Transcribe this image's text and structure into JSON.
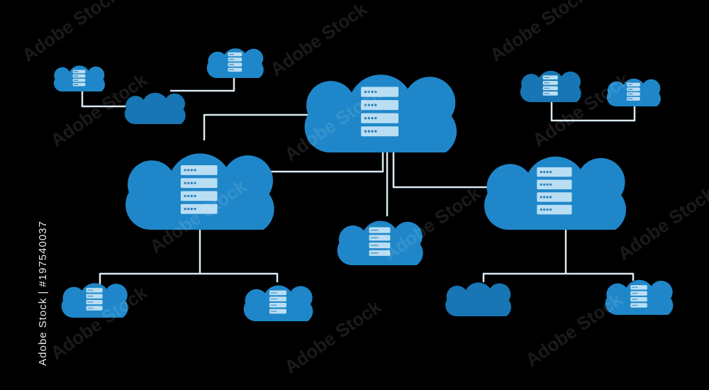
{
  "colors": {
    "background": "#000000",
    "cloud": "#1f87c9",
    "cloud_dark": "#1776b3",
    "server": "#b9def3",
    "server_dot": "#2c7fb8",
    "connector": "#dbeaf3"
  },
  "watermark": {
    "text": "Adobe Stock"
  },
  "stock_id": "Adobe Stock | #197540037",
  "diagram": {
    "nodes": [
      {
        "id": "central",
        "icon": "server-rack-icon"
      },
      {
        "id": "left-main",
        "icon": "server-rack-icon"
      },
      {
        "id": "right-main",
        "icon": "server-rack-icon"
      },
      {
        "id": "middle-small",
        "icon": "server-rack-icon"
      },
      {
        "id": "top-left-a",
        "icon": "server-rack-icon"
      },
      {
        "id": "top-left-b",
        "icon": "server-rack-icon"
      },
      {
        "id": "top-left-c",
        "icon": "none"
      },
      {
        "id": "top-right-a",
        "icon": "server-rack-icon"
      },
      {
        "id": "top-right-b",
        "icon": "server-rack-icon"
      },
      {
        "id": "bottom-left-a",
        "icon": "server-rack-icon"
      },
      {
        "id": "bottom-left-b",
        "icon": "server-rack-icon"
      },
      {
        "id": "bottom-right-a",
        "icon": "none"
      },
      {
        "id": "bottom-right-b",
        "icon": "server-rack-icon"
      }
    ],
    "edges": [
      [
        "central",
        "left-main"
      ],
      [
        "central",
        "right-main"
      ],
      [
        "central",
        "middle-small"
      ],
      [
        "central",
        "top-left-c"
      ],
      [
        "top-left-a",
        "top-left-c"
      ],
      [
        "top-left-b",
        "top-left-c"
      ],
      [
        "top-right-a",
        "top-right-b"
      ],
      [
        "left-main",
        "bottom-left-a"
      ],
      [
        "left-main",
        "bottom-left-b"
      ],
      [
        "right-main",
        "bottom-right-a"
      ],
      [
        "right-main",
        "bottom-right-b"
      ]
    ]
  }
}
